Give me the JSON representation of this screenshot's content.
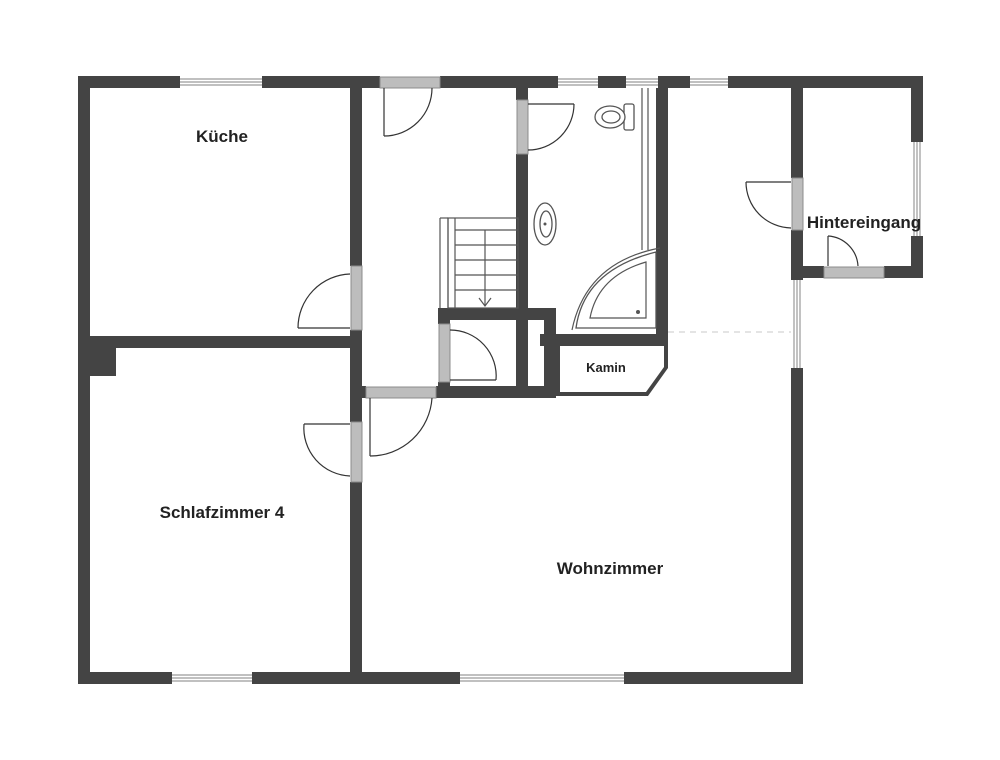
{
  "rooms": {
    "kitchen": "Küche",
    "bedroom": "Schlafzimmer 4",
    "living": "Wohnzimmer",
    "back_entrance": "Hintereingang",
    "fireplace": "Kamin"
  },
  "colors": {
    "wall": "#444444",
    "door": "#bdbdbd",
    "window_line": "#9a9a9a",
    "background": "#ffffff"
  }
}
